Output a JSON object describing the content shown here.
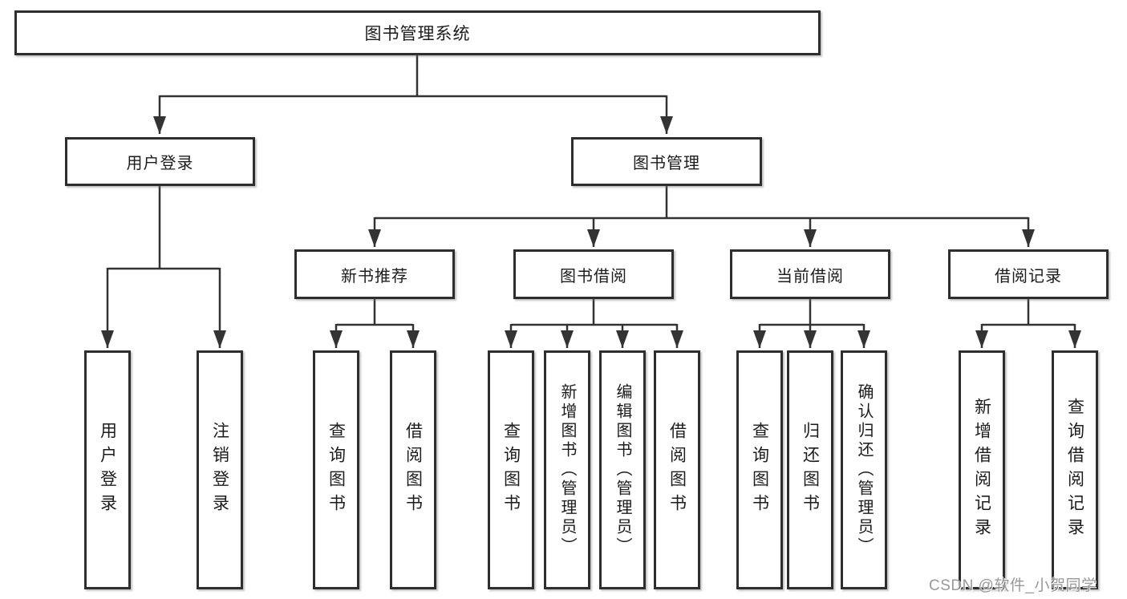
{
  "tree": {
    "label": "图书管理系统",
    "children": [
      {
        "label": "用户登录",
        "children": [
          {
            "label": "用户登录"
          },
          {
            "label": "注销登录"
          }
        ]
      },
      {
        "label": "图书管理",
        "children": [
          {
            "label": "新书推荐",
            "children": [
              {
                "label": "查询图书"
              },
              {
                "label": "借阅图书"
              }
            ]
          },
          {
            "label": "图书借阅",
            "children": [
              {
                "label": "查询图书"
              },
              {
                "label": "新增图书（管理员）"
              },
              {
                "label": "编辑图书（管理员）"
              },
              {
                "label": "借阅图书"
              }
            ]
          },
          {
            "label": "当前借阅",
            "children": [
              {
                "label": "查询图书"
              },
              {
                "label": "归还图书"
              },
              {
                "label": "确认归还（管理员）"
              }
            ]
          },
          {
            "label": "借阅记录",
            "children": [
              {
                "label": "新增借阅记录"
              },
              {
                "label": "查询借阅记录"
              }
            ]
          }
        ]
      }
    ]
  },
  "watermark": {
    "text": "CSDN @软件_小贺同学"
  },
  "colors": {
    "line": "#333333",
    "box_border": "#2e2e2e",
    "box_fill": "#ffffff",
    "text": "#1c1c1c",
    "watermark": "#878787",
    "background": "#ffffff"
  }
}
